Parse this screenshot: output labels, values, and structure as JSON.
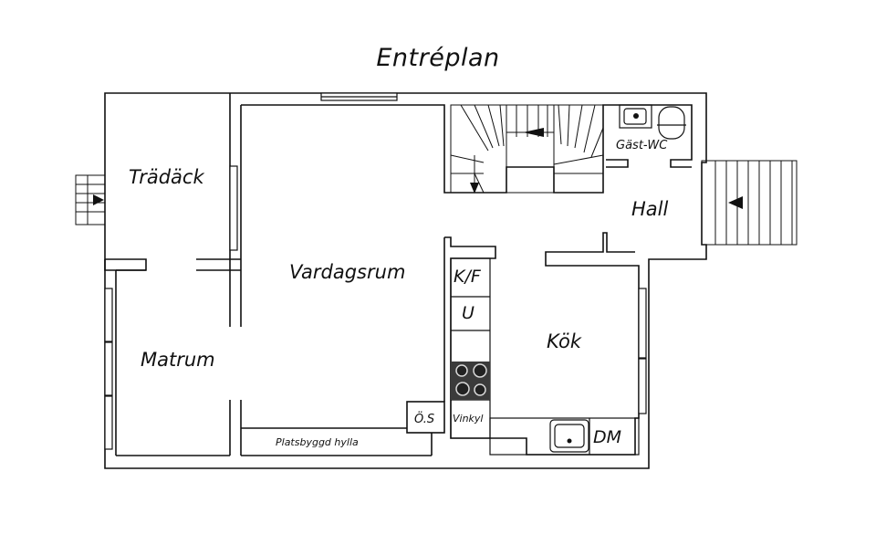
{
  "title": "Entréplan",
  "rooms": {
    "tradack": "Trädäck",
    "vardagsrum": "Vardagsrum",
    "matrum": "Matrum",
    "kok": "Kök",
    "hall": "Hall",
    "gast_wc": "Gäst-WC"
  },
  "fixtures": {
    "kf": "K/F",
    "u": "U",
    "vinkyl": "Vinkyl",
    "dm": "DM",
    "os": "Ö.S",
    "shelf": "Platsbyggd hylla"
  }
}
